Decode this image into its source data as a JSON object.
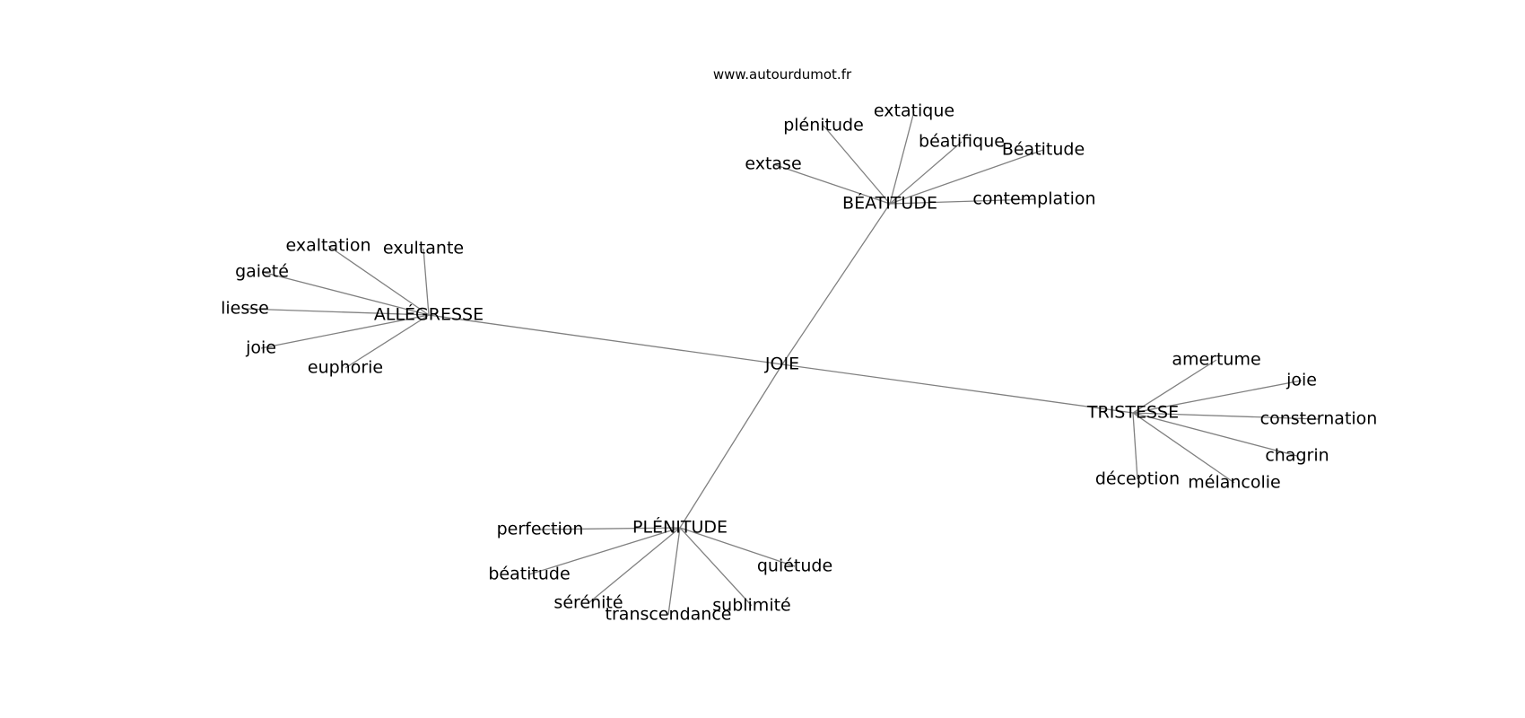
{
  "source": "www.autourdumot.fr",
  "graph": {
    "center": "JOIE",
    "groups": [
      {
        "hub": "BÉATITUDE",
        "leaves": [
          "extase",
          "plénitude",
          "extatique",
          "béatifique",
          "Béatitude",
          "contemplation"
        ]
      },
      {
        "hub": "ALLÉGRESSE",
        "leaves": [
          "exaltation",
          "exultante",
          "gaieté",
          "liesse",
          "joie",
          "euphorie"
        ]
      },
      {
        "hub": "TRISTESSE",
        "leaves": [
          "amertume",
          "joie",
          "consternation",
          "chagrin",
          "mélancolie",
          "déception"
        ]
      },
      {
        "hub": "PLÉNITUDE",
        "leaves": [
          "perfection",
          "béatitude",
          "sérénité",
          "transcendance",
          "sublimité",
          "quiétude"
        ]
      }
    ]
  },
  "colors": {
    "edge": "#808080",
    "text": "#000000",
    "background": "#ffffff"
  }
}
